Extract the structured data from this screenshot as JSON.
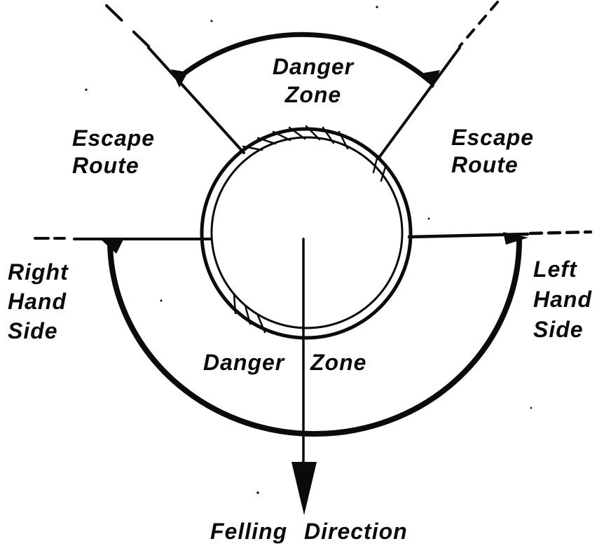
{
  "colors": {
    "ink": "#0b0b0b",
    "paper": "#ffffff"
  },
  "labels": {
    "danger_zone_top": {
      "line1": "Danger",
      "line2": "Zone"
    },
    "escape_route_left": {
      "line1": "Escape",
      "line2": "Route"
    },
    "escape_route_right": {
      "line1": "Escape",
      "line2": "Route"
    },
    "right_hand_side": {
      "line1": "Right",
      "line2": "Hand",
      "line3": "Side"
    },
    "left_hand_side": {
      "line1": "Left",
      "line2": "Hand",
      "line3": "Side"
    },
    "danger_zone_bottom": {
      "word1": "Danger",
      "word2": "Zone"
    },
    "felling_direction": "Felling Direction"
  }
}
